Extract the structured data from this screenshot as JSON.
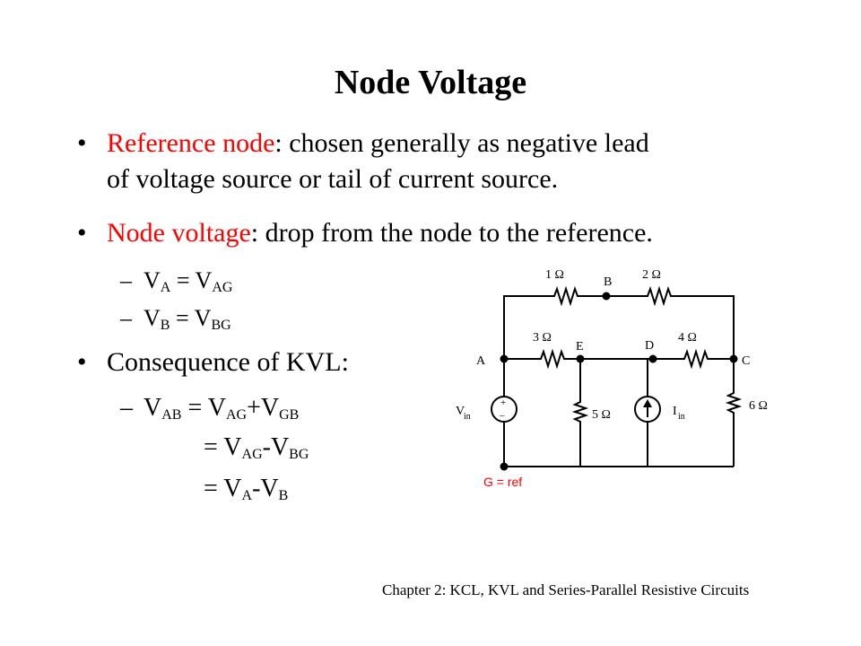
{
  "slide": {
    "title": "Node Voltage",
    "footer": "Chapter 2: KCL, KVL and Series-Parallel Resistive Circuits"
  },
  "bullets": [
    {
      "term": "Reference node",
      "text_line1": ": chosen generally as negative lead",
      "text_line2": "of voltage source or tail of current source."
    },
    {
      "term": "Node voltage",
      "text": ": drop from the node to the reference."
    },
    {
      "text": "Consequence of KVL:"
    }
  ],
  "equations": {
    "va": {
      "lhs": "V",
      "lhs_sub": "A",
      "eq": " = V",
      "rhs_sub": "AG"
    },
    "vb": {
      "lhs": "V",
      "lhs_sub": "B",
      "eq": " = V",
      "rhs_sub": "BG"
    },
    "vab": {
      "lhs": "V",
      "lhs_sub": "AB",
      "eq": " = V",
      "a_sub": "AG",
      "plus": "+V",
      "b_sub": "GB"
    },
    "line2": {
      "eq": "= V",
      "a_sub": "AG",
      "minus": "-V",
      "b_sub": "BG"
    },
    "line3": {
      "eq": "= V",
      "a_sub": "A",
      "minus": "-V",
      "b_sub": "B"
    }
  },
  "circuit": {
    "r1": "1 Ω",
    "r2": "2 Ω",
    "r3": "3 Ω",
    "r4": "4 Ω",
    "r5": "5 Ω",
    "r6": "6 Ω",
    "node_a": "A",
    "node_b": "B",
    "node_c": "C",
    "node_d": "D",
    "node_e": "E",
    "vin": "V",
    "vin_sub": "in",
    "iin": "I",
    "iin_sub": "in",
    "plus": "+",
    "minus": "–",
    "ground_label": "G = ref"
  },
  "colors": {
    "accent": "#ff0000",
    "text": "#000000",
    "background": "#ffffff"
  }
}
